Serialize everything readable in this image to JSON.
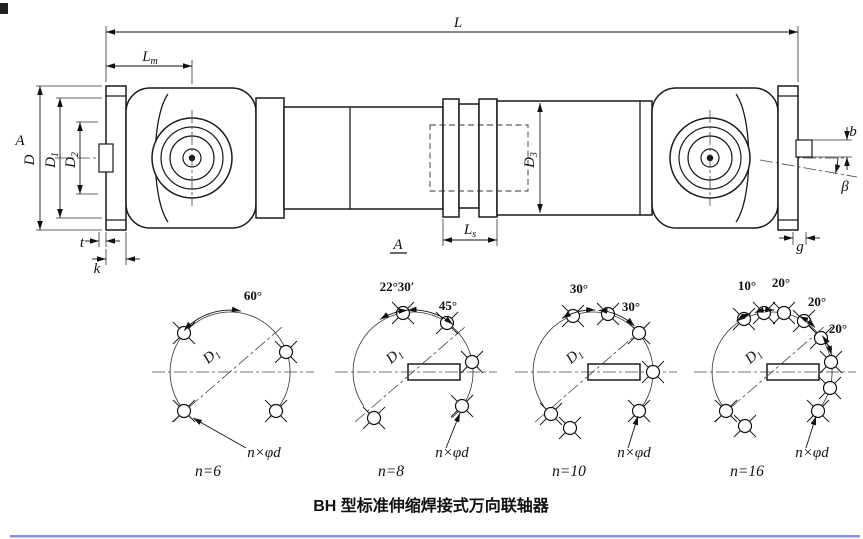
{
  "caption": "BH 型标准伸缩焊接式万向联轴器",
  "dims": {
    "L": "L",
    "Lm": {
      "main": "L",
      "sub": "m"
    },
    "D": "D",
    "D1": {
      "main": "D",
      "sub": "1"
    },
    "D2": {
      "main": "D",
      "sub": "2"
    },
    "D3": {
      "main": "D",
      "sub": "3"
    },
    "Ls": {
      "main": "L",
      "sub": "s"
    },
    "b": "b",
    "beta": "β",
    "g": "g",
    "t": "t",
    "k": "k",
    "section": "A"
  },
  "bolt_patterns": [
    {
      "count_label": "n=6",
      "holes_label": "n×φd",
      "bolt_circle": {
        "main": "D",
        "sub": "1"
      },
      "angles": [
        "60°"
      ]
    },
    {
      "count_label": "n=8",
      "holes_label": "n×φd",
      "bolt_circle": {
        "main": "D",
        "sub": "1"
      },
      "angles": [
        "22°30′",
        "45°"
      ]
    },
    {
      "count_label": "n=10",
      "holes_label": "n×φd",
      "bolt_circle": {
        "main": "D",
        "sub": "1"
      },
      "angles": [
        "30°",
        "30°"
      ]
    },
    {
      "count_label": "n=16",
      "holes_label": "n×φd",
      "bolt_circle": {
        "main": "D",
        "sub": "1"
      },
      "angles": [
        "10°",
        "20°",
        "20°",
        "20°"
      ]
    }
  ]
}
